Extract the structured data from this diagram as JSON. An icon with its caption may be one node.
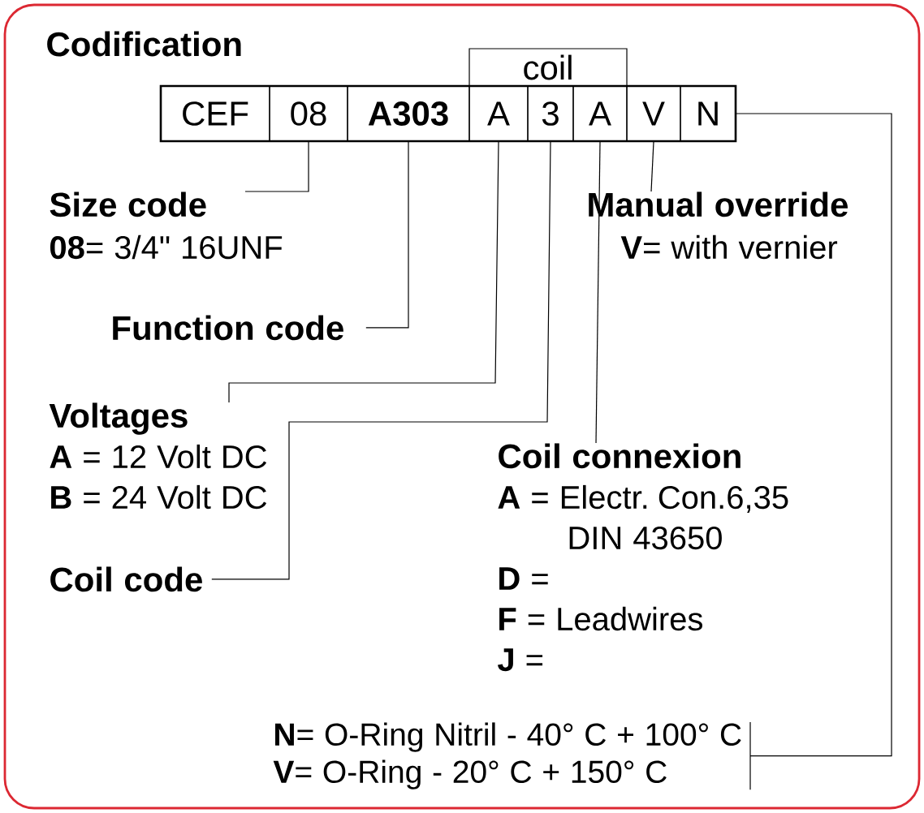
{
  "diagram": {
    "title": "Codification",
    "nodes": [
      {
        "text": [
          "coil"
        ]
      },
      {
        "text": [
          "CEF"
        ]
      },
      {
        "text": [
          "08"
        ]
      },
      {
        "text": [
          "A303"
        ]
      },
      {
        "text": [
          "A"
        ]
      },
      {
        "text": [
          "3"
        ]
      },
      {
        "text": [
          "A"
        ]
      },
      {
        "text": [
          "V"
        ]
      },
      {
        "text": [
          "N"
        ]
      },
      {
        "text": [
          "Size code",
          "**08**= 3/4\" 16UNF"
        ]
      },
      {
        "text": [
          "Function code"
        ]
      },
      {
        "text": [
          "Voltages",
          "**A** = 12 Volt DC",
          "**B** = 24 Volt DC"
        ]
      },
      {
        "text": [
          "Coil code"
        ]
      },
      {
        "text": [
          "Coil connexion",
          "**A** = Electr. Con.6,35 DIN 43650",
          "**D** =",
          "**F** = Leadwires",
          "**J** ="
        ]
      },
      {
        "text": [
          "Manual override",
          "**V**= with vernier"
        ]
      },
      {
        "text": [
          "**N**= O-Ring Nitril - 40° C + 100° C",
          "**V**= O-Ring - 20° C + 150° C"
        ]
      }
    ],
    "edges": [
      {
        "from": 2,
        "to": 9,
        "arrow": "none"
      },
      {
        "from": 3,
        "to": 10,
        "arrow": "none"
      },
      {
        "from": 4,
        "to": 11,
        "arrow": "none"
      },
      {
        "from": 5,
        "to": 12,
        "arrow": "none"
      },
      {
        "from": 6,
        "to": 13,
        "arrow": "none"
      },
      {
        "from": 7,
        "to": 14,
        "arrow": "none"
      },
      {
        "from": 8,
        "to": 15,
        "arrow": "none"
      }
    ]
  }
}
